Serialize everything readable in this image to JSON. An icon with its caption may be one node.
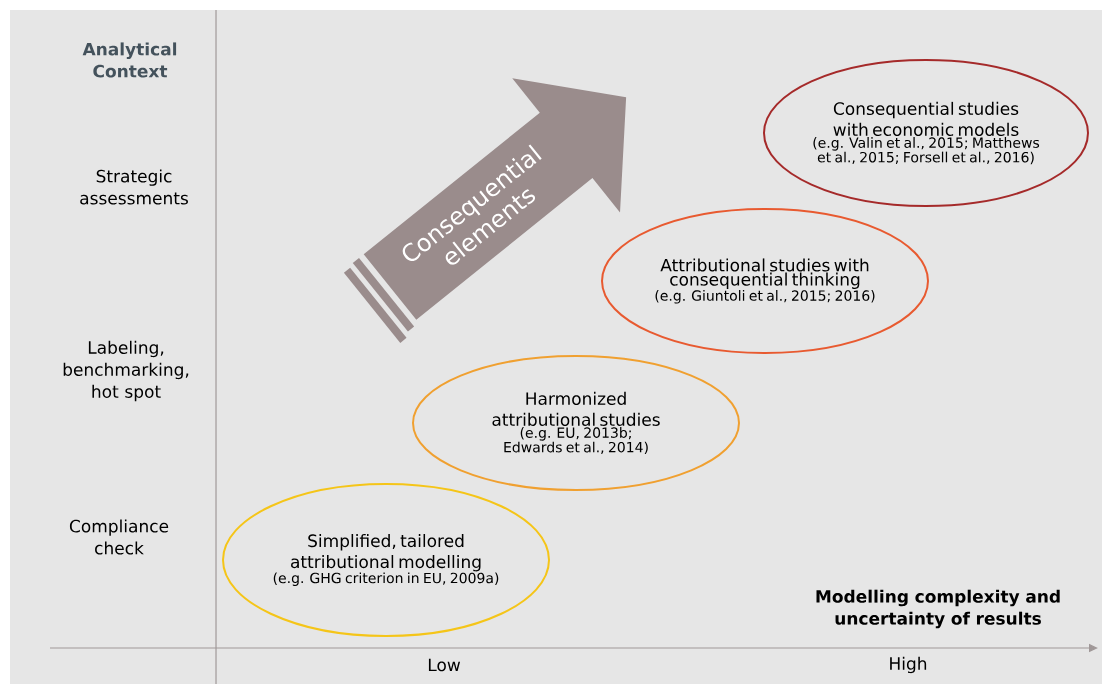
{
  "diagram": {
    "nodes": [
      {
        "text": [
          "Consequential elements"
        ]
      },
      {
        "text": [
          "Consequential studies with economic models",
          "(e.g. Valin et al., 2015; Matthews et al., 2015; Forsell et al., 2016)"
        ]
      },
      {
        "text": [
          "Attributional studies with consequential thinking",
          "(e.g. Giuntoli et al., 2015; 2016)"
        ]
      },
      {
        "text": [
          "Harmonized attributional studies",
          "(e.g. EU, 2013b; Edwards et al., 2014)"
        ]
      },
      {
        "text": [
          "Simplified, tailored attributional modelling",
          "(e.g. GHG criterion in EU, 2009a)"
        ]
      }
    ],
    "labels": [
      "Analytical Context",
      "Strategic assessments",
      "Labeling, benchmarking, hot spot",
      "Compliance check",
      "Modelling complexity and uncertainty of results",
      "Low",
      "High"
    ]
  }
}
